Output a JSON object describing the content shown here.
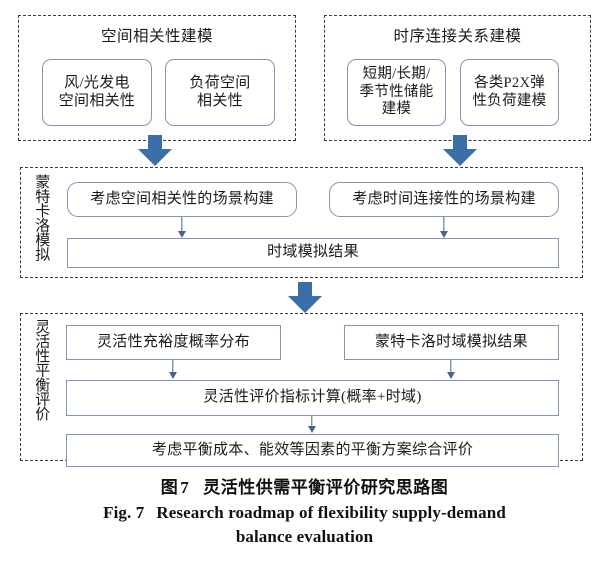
{
  "figure": {
    "groups": [
      {
        "id": "spatial-correlation-modeling",
        "title": "空间相关性建模",
        "nodes": [
          {
            "id": "wind-pv-spatial-correlation",
            "label": "风/光发电\n空间相关性"
          },
          {
            "id": "load-spatial-correlation",
            "label": "负荷空间\n相关性"
          }
        ]
      },
      {
        "id": "temporal-connection-modeling",
        "title": "时序连接关系建模",
        "nodes": [
          {
            "id": "storage-modeling",
            "label": "短期/长期/\n季节性储能\n建模"
          },
          {
            "id": "p2x-flexible-load-modeling",
            "label": "各类P2X弹\n性负荷建模"
          }
        ]
      },
      {
        "id": "monte-carlo-simulation",
        "side_label": "蒙特卡洛模拟",
        "nodes": [
          {
            "id": "spatial-scenario-construction",
            "label": "考虑空间相关性的场景构建"
          },
          {
            "id": "temporal-scenario-construction",
            "label": "考虑时间连接性的场景构建"
          },
          {
            "id": "time-domain-simulation-result",
            "label": "时域模拟结果"
          }
        ]
      },
      {
        "id": "flexibility-balance-evaluation",
        "side_label": "灵活性平衡评价",
        "nodes": [
          {
            "id": "flexibility-adequacy-probability-distribution",
            "label": "灵活性充裕度概率分布"
          },
          {
            "id": "monte-carlo-time-domain-result",
            "label": "蒙特卡洛时域模拟结果"
          },
          {
            "id": "flexibility-index-calculation",
            "label": "灵活性评价指标计算(概率+时域)"
          },
          {
            "id": "comprehensive-balance-evaluation",
            "label": "考虑平衡成本、能效等因素的平衡方案综合评价"
          }
        ]
      }
    ],
    "arrows": {
      "block_arrow_color": "#3c6fa8",
      "thin_arrow_color": "#4a6488",
      "box_border_color": "#8296b4",
      "dashed_border_color": "#3a3a3a"
    }
  },
  "caption": {
    "cn_prefix": "图",
    "cn_number": "7",
    "cn_title": "灵活性供需平衡评价研究思路图",
    "en_prefix": "Fig.",
    "en_number": "7",
    "en_line1": "Research roadmap of flexibility supply-demand",
    "en_line2": "balance evaluation"
  }
}
